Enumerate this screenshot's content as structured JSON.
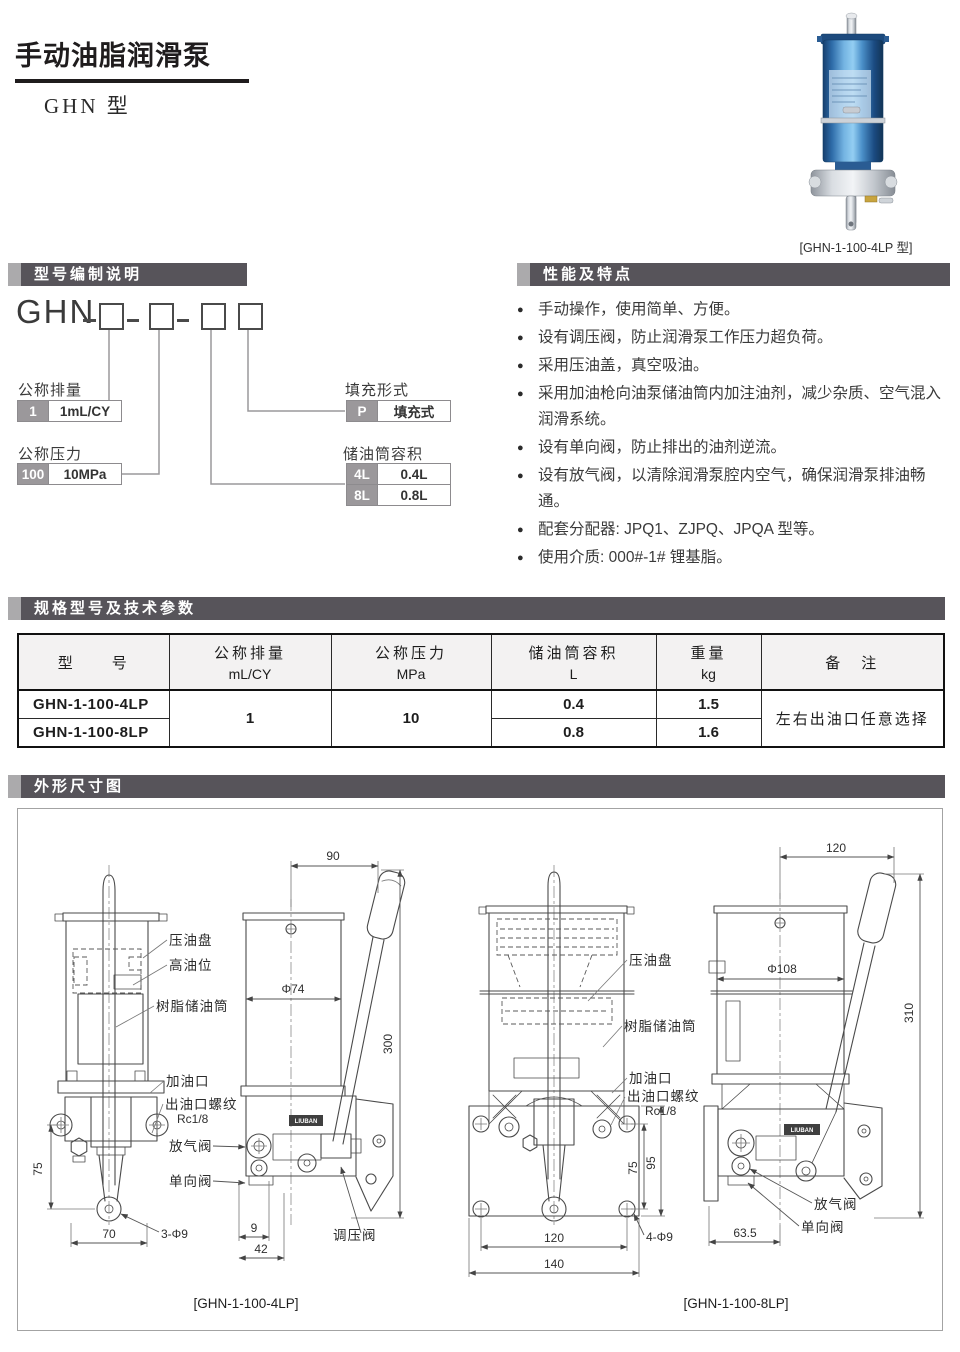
{
  "page": {
    "title": "手动油脂润滑泵",
    "subtitle": "GHN 型"
  },
  "photo": {
    "caption": "[GHN-1-100-4LP 型]"
  },
  "section_headers": {
    "model_code": "型号编制说明",
    "features": "性能及特点",
    "specs": "规格型号及技术参数",
    "dimensions": "外形尺寸图"
  },
  "model_code": {
    "prefix": "GHN",
    "displacement": {
      "label": "公称排量",
      "code": "1",
      "value": "1mL/CY"
    },
    "pressure": {
      "label": "公称压力",
      "code": "100",
      "value": "10MPa"
    },
    "filling": {
      "label": "填充形式",
      "code": "P",
      "value": "填充式"
    },
    "reservoir": {
      "label": "储油筒容积",
      "options": [
        {
          "code": "4L",
          "value": "0.4L"
        },
        {
          "code": "8L",
          "value": "0.8L"
        }
      ]
    }
  },
  "features": {
    "items": [
      "手动操作，使用简单、方便。",
      "设有调压阀，防止润滑泵工作压力超负荷。",
      "采用压油盖，真空吸油。",
      "采用加油枪向油泵储油筒内加注油剂，减少杂质、空气混入润滑系统。",
      "设有单向阀，防止排出的油剂逆流。",
      "设有放气阀，以清除润滑泵腔内空气，确保润滑泵排油畅通。",
      "配套分配器: JPQ1、ZJPQ、JPQA 型等。",
      "使用介质: 000#-1# 锂基脂。"
    ]
  },
  "specs_table": {
    "headers": [
      {
        "line1": "型　　号",
        "line2": ""
      },
      {
        "line1": "公称排量",
        "line2": "mL/CY"
      },
      {
        "line1": "公称压力",
        "line2": "MPa"
      },
      {
        "line1": "储油筒容积",
        "line2": "L"
      },
      {
        "line1": "重量",
        "line2": "kg"
      },
      {
        "line1": "备　注",
        "line2": ""
      }
    ],
    "rows": [
      {
        "model": "GHN-1-100-4LP",
        "capacity": "0.4",
        "weight": "1.5"
      },
      {
        "model": "GHN-1-100-8LP",
        "capacity": "0.8",
        "weight": "1.6"
      }
    ],
    "shared": {
      "displacement": "1",
      "pressure": "10",
      "note": "左右出油口任意选择"
    }
  },
  "drawings": {
    "left": {
      "caption": "[GHN-1-100-4LP]",
      "dims": {
        "d90": "90",
        "d74": "Φ74",
        "d300": "300",
        "d75": "75",
        "d70": "70",
        "d3phi9": "3-Φ9",
        "d9": "9",
        "d42": "42"
      },
      "labels": {
        "press_plate": "压油盘",
        "high_oil": "高油位",
        "resin_tank": "树脂储油筒",
        "fill_port": "加油口",
        "outlet_thread": "出油口螺纹",
        "outlet_spec": "Rc1/8",
        "air_valve": "放气阀",
        "check_valve": "单向阀",
        "regulator": "调压阀",
        "brand": "LIUBAN"
      }
    },
    "right": {
      "caption": "[GHN-1-100-8LP]",
      "dims": {
        "d120top": "120",
        "d108": "Φ108",
        "d310": "310",
        "d75": "75",
        "d95": "95",
        "d120": "120",
        "d140": "140",
        "d4phi9": "4-Φ9",
        "d635": "63.5"
      },
      "labels": {
        "press_plate": "压油盘",
        "resin_tank": "树脂储油筒",
        "fill_port": "加油口",
        "outlet_thread": "出油口螺纹",
        "outlet_spec": "Rc1/8",
        "air_valve": "放气阀",
        "check_valve": "单向阀",
        "brand": "LIUBAN"
      }
    }
  }
}
